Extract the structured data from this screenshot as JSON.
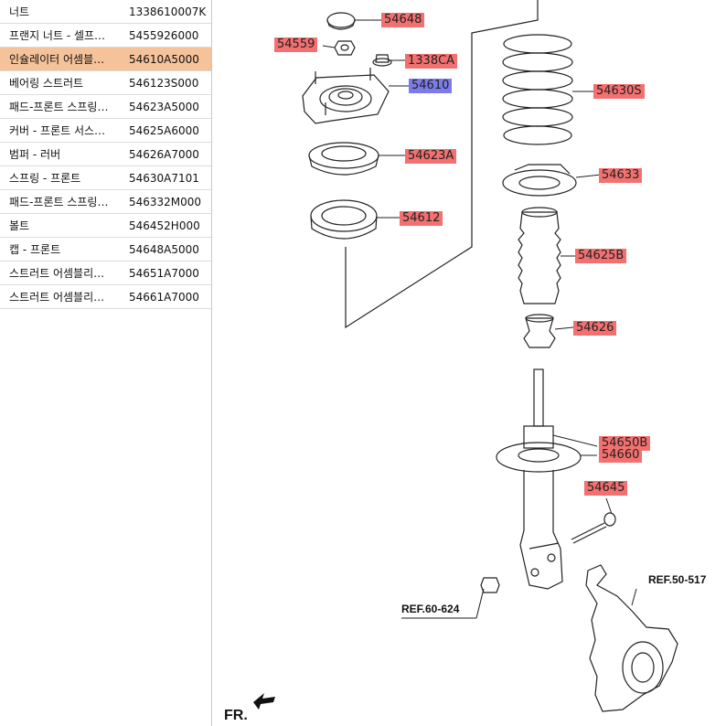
{
  "parts": [
    {
      "name": "너트",
      "code": "1338610007K",
      "selected": false
    },
    {
      "name": "프랜지 너트 - 셀프…",
      "code": "5455926000",
      "selected": false
    },
    {
      "name": "인슐레이터 어셈블…",
      "code": "54610A5000",
      "selected": true
    },
    {
      "name": "베어링 스트러트",
      "code": "546123S000",
      "selected": false
    },
    {
      "name": "패드-프론트 스프링…",
      "code": "54623A5000",
      "selected": false
    },
    {
      "name": "커버 - 프론트 서스…",
      "code": "54625A6000",
      "selected": false
    },
    {
      "name": "범퍼 - 러버",
      "code": "54626A7000",
      "selected": false
    },
    {
      "name": "스프링 - 프론트",
      "code": "54630A7101",
      "selected": false
    },
    {
      "name": "패드-프론트 스프링…",
      "code": "546332M000",
      "selected": false
    },
    {
      "name": "볼트",
      "code": "546452H000",
      "selected": false
    },
    {
      "name": "캡 - 프론트",
      "code": "54648A5000",
      "selected": false
    },
    {
      "name": "스트러트 어셈블리…",
      "code": "54651A7000",
      "selected": false
    },
    {
      "name": "스트러트 어셈블리…",
      "code": "54661A7000",
      "selected": false
    }
  ],
  "diagram": {
    "callouts": {
      "c54648": "54648",
      "c54559": "54559",
      "c1338CA": "1338CA",
      "c54610": "54610",
      "c54623A": "54623A",
      "c54612": "54612",
      "c54630S": "54630S",
      "c54633": "54633",
      "c54625B": "54625B",
      "c54626": "54626",
      "c54650B": "54650B",
      "c54660": "54660",
      "c54645": "54645"
    },
    "refs": {
      "ref1": "REF.50-517",
      "ref2": "REF.60-624"
    },
    "direction": "FR.",
    "colors": {
      "callout_red": "#f37070",
      "callout_selected": "#7b7be9",
      "row_selected": "#f5c29a"
    }
  }
}
